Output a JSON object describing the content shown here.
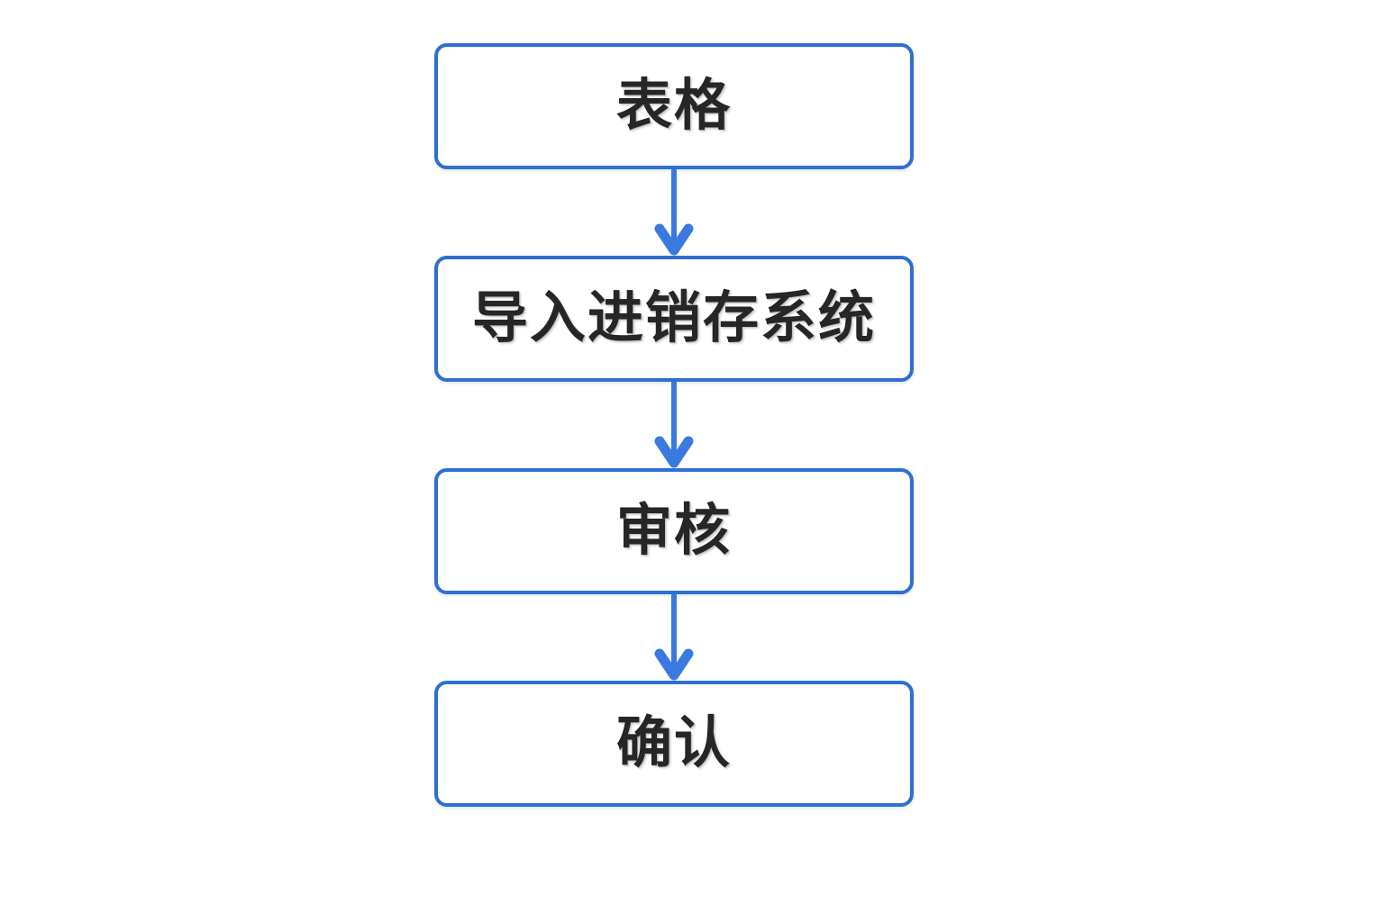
{
  "diagram": {
    "type": "flowchart",
    "orientation": "vertical-top-to-bottom",
    "background_color": "#ffffff",
    "node_border_color": "#2e6fd4",
    "node_fill_color": "#ffffff",
    "connector_color": "#3a7ae0",
    "text_color": "#262626",
    "nodes": [
      {
        "id": "node-1",
        "label": "表格"
      },
      {
        "id": "node-2",
        "label": "导入进销存系统"
      },
      {
        "id": "node-3",
        "label": "审核"
      },
      {
        "id": "node-4",
        "label": "确认"
      }
    ],
    "connectors": [
      {
        "id": "arrow-1",
        "from": "node-1",
        "to": "node-2",
        "arrowhead": "chevron-down"
      },
      {
        "id": "arrow-2",
        "from": "node-2",
        "to": "node-3",
        "arrowhead": "chevron-down"
      },
      {
        "id": "arrow-3",
        "from": "node-3",
        "to": "node-4",
        "arrowhead": "chevron-down"
      }
    ]
  }
}
